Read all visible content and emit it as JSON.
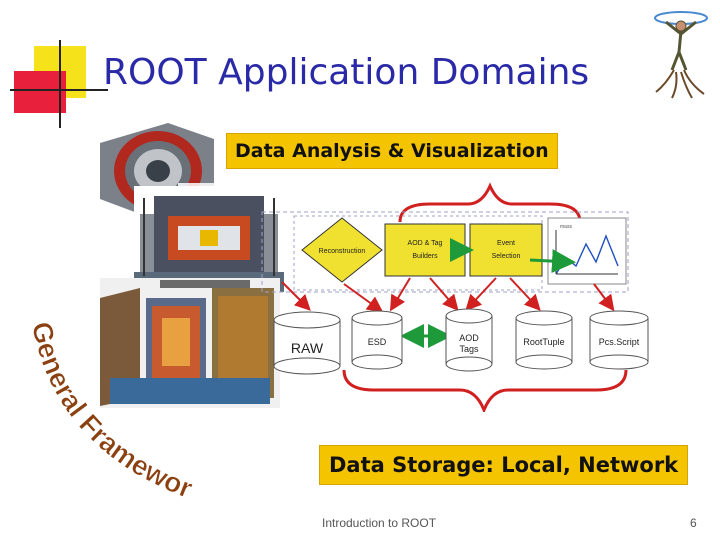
{
  "slide": {
    "title": "ROOT Application Domains",
    "analysis_label": "Data Analysis & Visualization",
    "storage_label": "Data Storage: Local, Network",
    "footer": "Introduction to ROOT",
    "page_number": "6",
    "framework_label": "General Framework"
  },
  "workflow": {
    "reconstruction": "Reconstruction",
    "aod_builders": [
      "AOD & Tag",
      "Builders"
    ],
    "event_selection": [
      "Event",
      "Selection"
    ]
  },
  "storage": {
    "raw": "RAW",
    "esd": "ESD",
    "aod": [
      "AOD",
      "Tags"
    ],
    "roottuple": "RootTuple",
    "pcsscript": "Pcs.Script"
  },
  "colors": {
    "title": "#2a2aa8",
    "highlight": "#f5c400",
    "arrow_red": "#d02020",
    "arrow_green": "#1e9a3a",
    "framework_text": "#8a4010"
  }
}
